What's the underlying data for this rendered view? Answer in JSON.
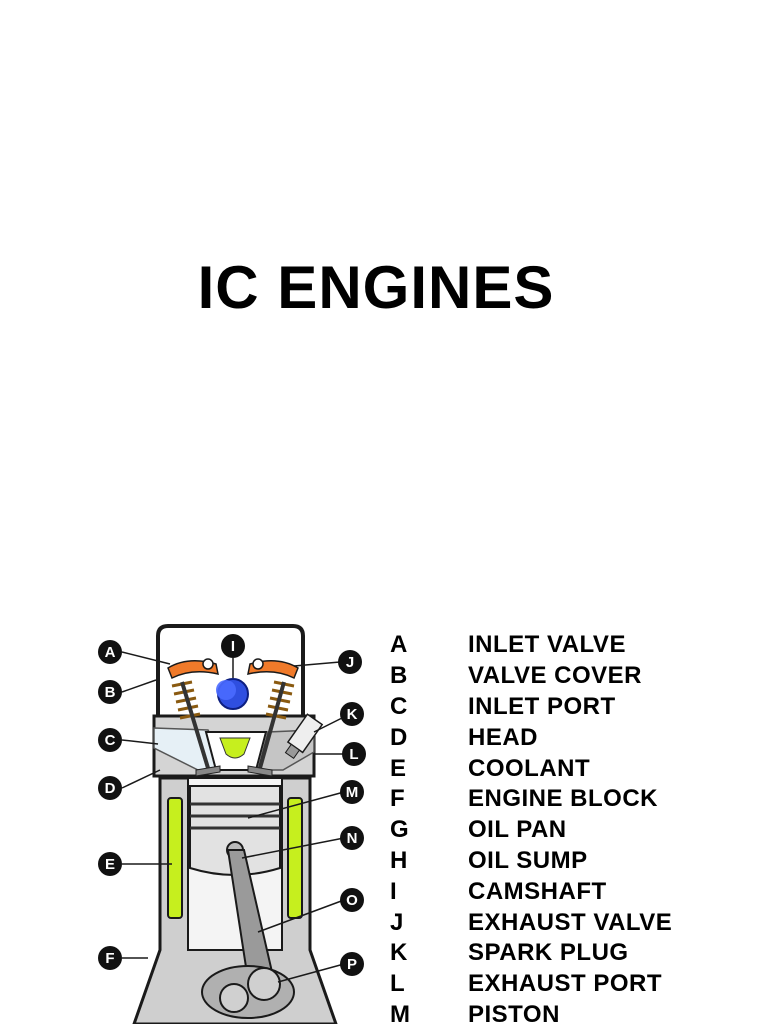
{
  "title": "IC ENGINES",
  "legend": [
    {
      "letter": "A",
      "label": "INLET VALVE"
    },
    {
      "letter": "B",
      "label": "VALVE COVER"
    },
    {
      "letter": "C",
      "label": "INLET PORT"
    },
    {
      "letter": "D",
      "label": "HEAD"
    },
    {
      "letter": "E",
      "label": "COOLANT"
    },
    {
      "letter": "F",
      "label": "ENGINE BLOCK"
    },
    {
      "letter": "G",
      "label": "OIL PAN"
    },
    {
      "letter": "H",
      "label": "OIL SUMP"
    },
    {
      "letter": "I",
      "label": "CAMSHAFT"
    },
    {
      "letter": "J",
      "label": "EXHAUST VALVE"
    },
    {
      "letter": "K",
      "label": "SPARK PLUG"
    },
    {
      "letter": "L",
      "label": "EXHAUST PORT"
    },
    {
      "letter": "M",
      "label": "PISTON"
    }
  ],
  "callouts": [
    "A",
    "B",
    "C",
    "D",
    "E",
    "F",
    "I",
    "J",
    "K",
    "L",
    "M",
    "N",
    "O",
    "P"
  ],
  "colors": {
    "coolant": "#c6ef1e",
    "camshaft": "#2f4fe0",
    "rocker": "#f07a2a",
    "spring": "#d9a23a",
    "metal": "#b9b9b9",
    "outline": "#1a1a1a"
  }
}
